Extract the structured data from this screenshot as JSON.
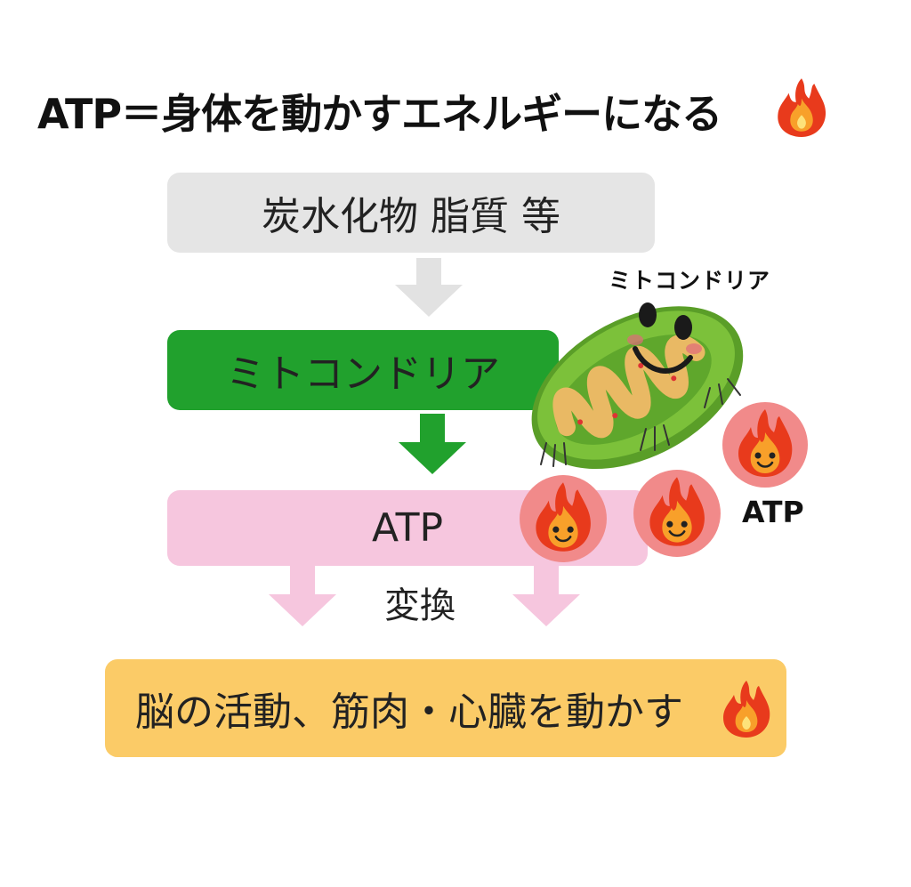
{
  "title": "ATP＝身体を動かすエネルギーになる",
  "steps": {
    "source": "炭水化物 脂質 等",
    "mitochondria": "ミトコンドリア",
    "atp": "ATP",
    "conversion": "変換",
    "result": "脳の活動、筋肉・心臓を動かす"
  },
  "illustration": {
    "mito_label": "ミトコンドリア",
    "atp_label": "ATP"
  },
  "colors": {
    "source_box": "#e5e5e5",
    "mito_box": "#21a12d",
    "atp_box": "#f6c6de",
    "result_box": "#fbcb67"
  }
}
